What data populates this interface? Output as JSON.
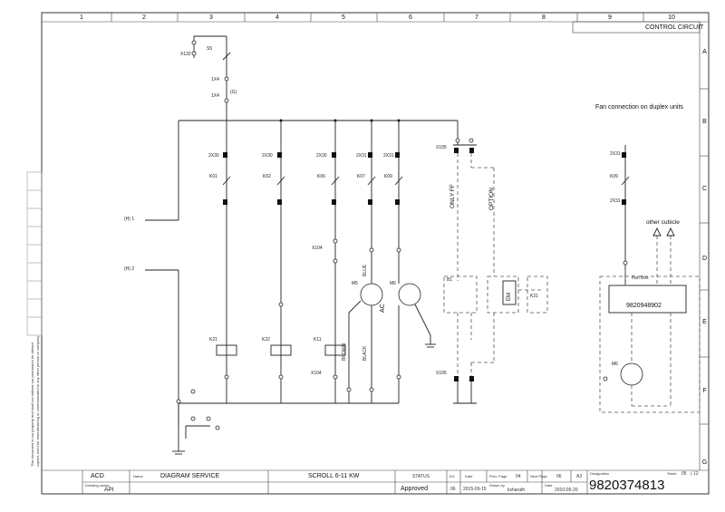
{
  "grid": {
    "columns": [
      "1",
      "2",
      "3",
      "4",
      "5",
      "6",
      "7",
      "8",
      "9",
      "10"
    ],
    "rows": [
      "A",
      "B",
      "C",
      "D",
      "E",
      "F",
      "G"
    ]
  },
  "title": "CONTROL CIRCUIT",
  "notes": {
    "fan_connection": "Fan connection on duplex units",
    "other_cubicle": "other cubicle",
    "only_ff": "ONLY FF",
    "option": "OPTION",
    "fan_box": "Fan Box",
    "fan_box_id": "9820948902",
    "disclaimer_1": "This document is our property and shall not without our permission be altered",
    "disclaimer_2": "copied, used for manufacturing or communicated to any other person or company"
  },
  "refs": {
    "s5": "S5",
    "x132a": "X132",
    "tx4a": "1X4",
    "tx4b": "1X4",
    "t_a": "(G)",
    "k01": "K01",
    "k02": "K02",
    "k06": "K06",
    "k07": "K07",
    "k09": "K09",
    "k21": "K21",
    "k22": "K22",
    "k11": "K11",
    "x105a": "X105",
    "x105b": "X105",
    "x104a": "X104",
    "x104b": "X104",
    "m5": "M5",
    "m6": "M6",
    "m6b": "M6",
    "ac": "AC",
    "blue": "BLUE",
    "brown": "BROWN",
    "black": "BLACK",
    "em": "EM",
    "b1": "B1",
    "k21b": "K21",
    "k09b": "K09",
    "x2x31": "2X31",
    "x2x30": "2X30",
    "sigl1": "(H) 1",
    "sigl2": "(H) 2"
  },
  "footer": {
    "company": "ACD",
    "name_label": "Name",
    "name": "DIAGRAM SERVICE",
    "drawing_owner_label": "Drawing owner",
    "drawing_owner": "API",
    "model": "SCROLL 6-11 KW",
    "status_label": "STATUS",
    "status": "Approved",
    "ed_label": "Ed.",
    "ed": "06",
    "date_label": "Date",
    "date": "2015-09-15",
    "prev_page_label": "Prev. Page",
    "prev_page": "04",
    "next_page_label": "Next Page",
    "next_page": "06",
    "format": "A3",
    "drawn_by_label": "Drawn by",
    "drawn_by": "ksharath",
    "date2_label": "Date",
    "date2": "2010-05-20",
    "designation_label": "Designation",
    "designation": "9820374813",
    "sheet_label": "Sheet",
    "sheet": "05",
    "sheet_total": "( 12"
  }
}
